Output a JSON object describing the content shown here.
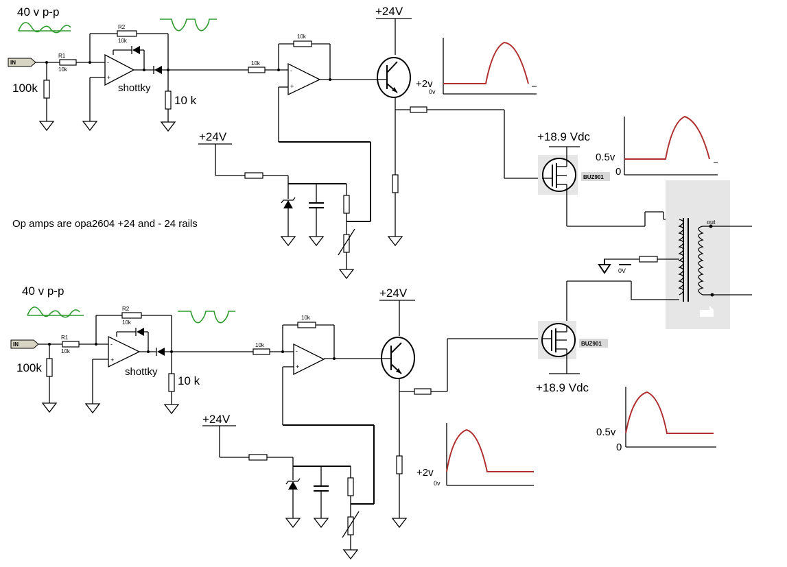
{
  "colors": {
    "wire": "#000000",
    "sine": "#2e9a2e",
    "scope": "#b03030",
    "device_bg": "#e6e6e6",
    "in_tag": "#d8d4c4"
  },
  "top": {
    "amplitude": "40 v p-p",
    "in_label": "IN",
    "r1_name": "R1",
    "r1_value": "10k",
    "r2_name": "R2",
    "r2_value": "10k",
    "pulldown": "100k",
    "diode_label": "shottky",
    "load_res": "10  k",
    "series_res": "10k",
    "fb_res": "10k",
    "supply_left": "+24V",
    "supply_right": "+24V",
    "scope_level": "+2v",
    "scope_zero": "0v",
    "fet_supply": "+18.9 Vdc",
    "fet_name": "BUZ901",
    "fet_scope_level": "0.5v",
    "fet_scope_zero": "0"
  },
  "note": "Op amps are opa2604  +24 and - 24 rails",
  "transformer": {
    "out_label": "out",
    "ground_label": "0V"
  },
  "bottom": {
    "amplitude": "40 v p-p",
    "in_label": "IN",
    "r1_name": "R1",
    "r1_value": "10k",
    "r2_name": "R2",
    "r2_value": "10k",
    "pulldown": "100k",
    "diode_label": "shottky",
    "load_res": "10  k",
    "series_res": "10k",
    "fb_res": "10k",
    "supply_left": "+24V",
    "supply_right": "+24V",
    "scope_level": "+2v",
    "scope_zero": "0v",
    "fet_supply": "+18.9 Vdc",
    "fet_name": "BUZ901",
    "fet_scope_level": "0.5v",
    "fet_scope_zero": "0"
  }
}
